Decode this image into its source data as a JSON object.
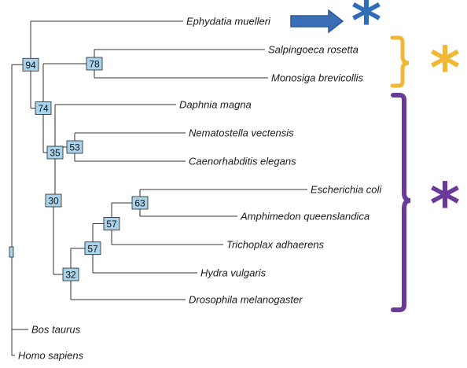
{
  "tree": {
    "taxa": [
      {
        "id": "ephydatia",
        "label": "Ephydatia muelleri"
      },
      {
        "id": "salpingoeca",
        "label": "Salpingoeca rosetta"
      },
      {
        "id": "monosiga",
        "label": "Monosiga brevicollis"
      },
      {
        "id": "daphnia",
        "label": "Daphnia magna"
      },
      {
        "id": "nematostella",
        "label": "Nematostella vectensis"
      },
      {
        "id": "caenorhabditis",
        "label": "Caenorhabditis elegans"
      },
      {
        "id": "escherichia",
        "label": "Escherichia coli"
      },
      {
        "id": "amphimedon",
        "label": "Amphimedon queenslandica"
      },
      {
        "id": "trichoplax",
        "label": "Trichoplax adhaerens"
      },
      {
        "id": "hydra",
        "label": "Hydra vulgaris"
      },
      {
        "id": "drosophila",
        "label": "Drosophila melanogaster"
      },
      {
        "id": "bos",
        "label": "Bos taurus"
      },
      {
        "id": "homo",
        "label": "Homo sapiens"
      }
    ],
    "bootstrap": [
      {
        "node": "n94",
        "value": "94"
      },
      {
        "node": "n78",
        "value": "78"
      },
      {
        "node": "n74",
        "value": "74"
      },
      {
        "node": "n35",
        "value": "35"
      },
      {
        "node": "n53",
        "value": "53"
      },
      {
        "node": "n30",
        "value": "30"
      },
      {
        "node": "n63",
        "value": "63"
      },
      {
        "node": "n57a",
        "value": "57"
      },
      {
        "node": "n57b",
        "value": "57"
      },
      {
        "node": "n32",
        "value": "32"
      }
    ]
  },
  "annotations": {
    "arrow_color": "#3a6fb7",
    "blue_asterisk": {
      "symbol": "*",
      "color": "#2f6db7"
    },
    "yellow_bracket": {
      "symbol": "*",
      "color": "#f2b733"
    },
    "purple_bracket": {
      "symbol": "*",
      "color": "#6a3a9a"
    },
    "bootstrap_box_color": "#a9d3ea"
  }
}
